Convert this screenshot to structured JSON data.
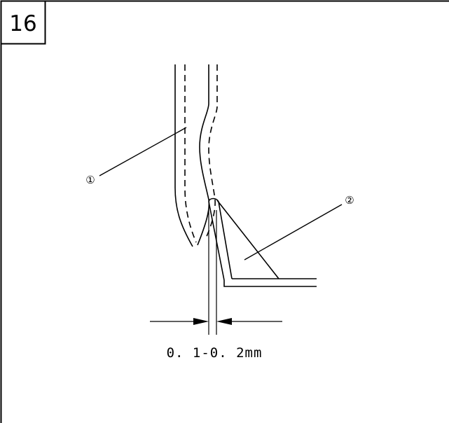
{
  "figure": {
    "number": "16",
    "callouts": [
      {
        "id": "1",
        "symbol": "①"
      },
      {
        "id": "2",
        "symbol": "②"
      }
    ],
    "dimension_label": "0. 1-0. 2mm"
  }
}
